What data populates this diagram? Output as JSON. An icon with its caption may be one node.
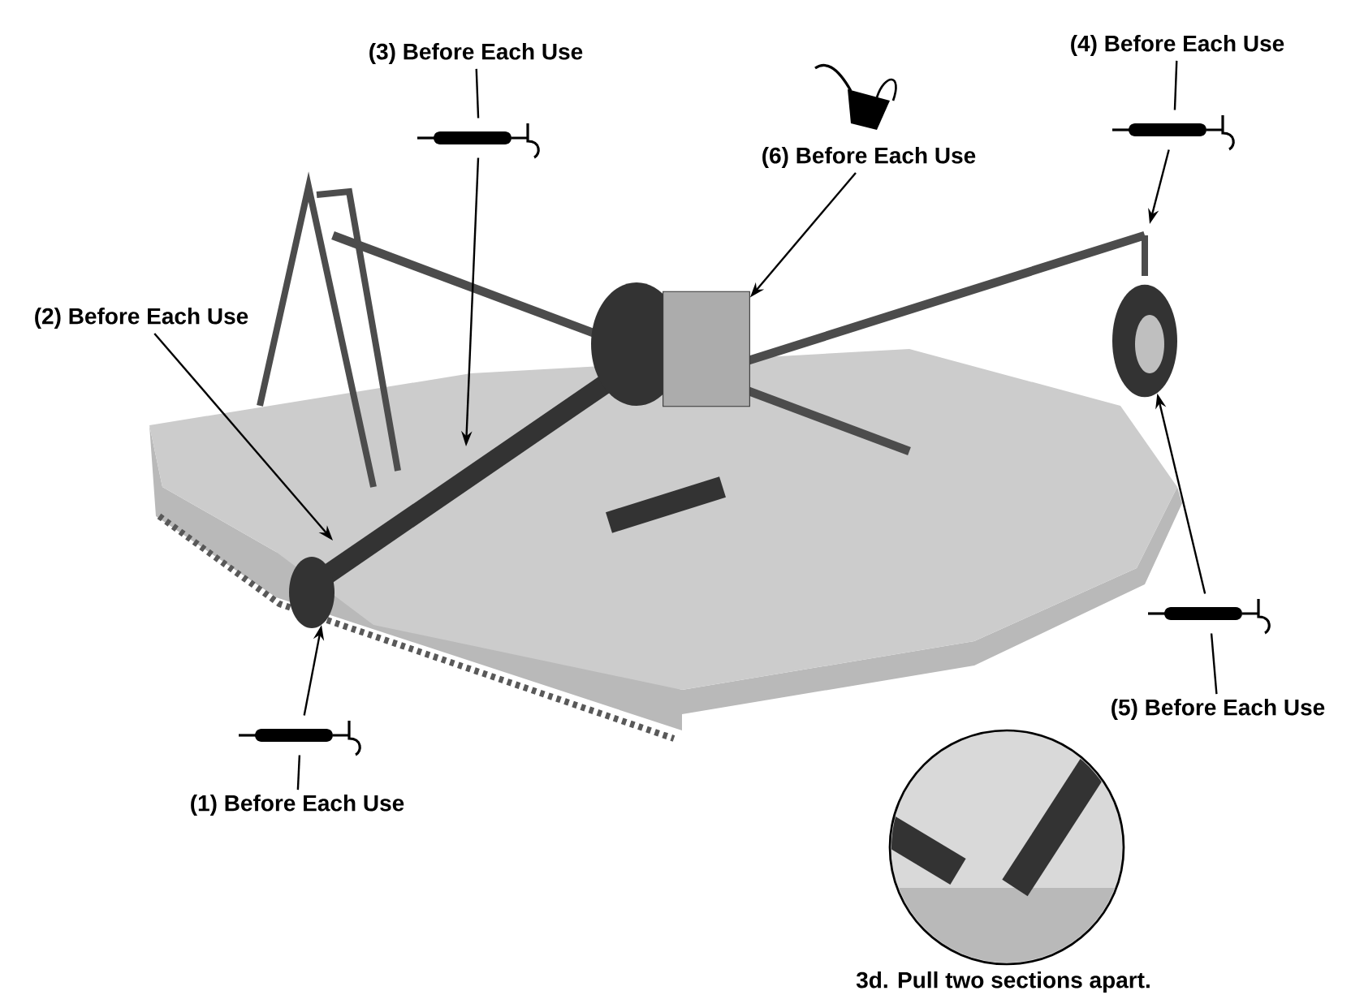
{
  "diagram": {
    "nodes": [
      {
        "text": [
          "(3) Before Each Use"
        ]
      },
      {
        "text": [],
        "shape": "picture"
      },
      {
        "text": [
          "(4) Before Each Use"
        ]
      },
      {
        "text": [],
        "shape": "picture"
      },
      {
        "text": [
          "(6) Before Each Use"
        ]
      },
      {
        "text": [
          "(2) Before Each Use"
        ]
      },
      {
        "text": [],
        "shape": "picture"
      },
      {
        "text": [
          "(5) Before Each Use"
        ]
      },
      {
        "text": [],
        "shape": "picture"
      },
      {
        "text": [
          "(1) Before Each Use"
        ]
      },
      {
        "text": [],
        "shape": "picture",
        "beside": [
          "3d. Pull two sections apart."
        ]
      },
      {
        "text": [],
        "shape": "box"
      },
      {
        "text": [],
        "shape": "picture"
      }
    ],
    "edges": [
      {
        "from": 0,
        "to": 1,
        "arrow": "none"
      },
      {
        "from": 1,
        "to": null,
        "arrow": "to"
      },
      {
        "from": 2,
        "to": 3,
        "arrow": "none"
      },
      {
        "from": 3,
        "to": null,
        "arrow": "to"
      },
      {
        "from": 4,
        "to": 11,
        "arrow": "to"
      },
      {
        "from": 5,
        "to": null,
        "arrow": "to"
      },
      {
        "from": 7,
        "to": 6,
        "arrow": "none"
      },
      {
        "from": 6,
        "to": 12,
        "arrow": "to"
      },
      {
        "from": 9,
        "to": 8,
        "arrow": "none"
      },
      {
        "from": 8,
        "to": null,
        "arrow": "to"
      }
    ]
  }
}
